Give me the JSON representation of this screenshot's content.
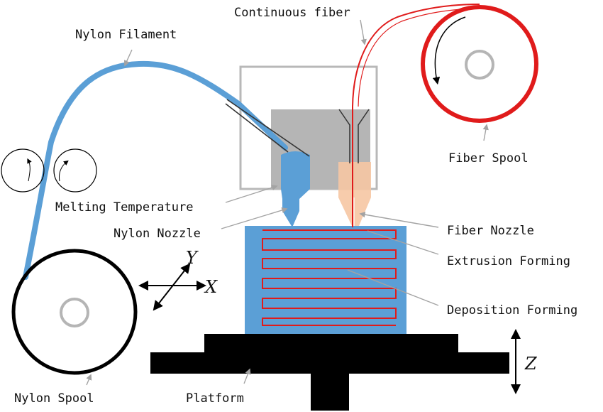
{
  "labels": {
    "continuous_fiber": "Continuous fiber",
    "nylon_filament": "Nylon Filament",
    "fiber_spool": "Fiber Spool",
    "melting_temperature": "Melting Temperature",
    "nylon_nozzle": "Nylon Nozzle",
    "fiber_nozzle": "Fiber Nozzle",
    "extrusion_forming": "Extrusion Forming",
    "deposition_forming": "Deposition Forming",
    "nylon_spool": "Nylon Spool",
    "platform": "Platform"
  },
  "axes": {
    "x": "X",
    "y": "Y",
    "z": "Z"
  },
  "colors": {
    "nylon": "#5b9fd6",
    "fiber": "#e01b1b",
    "heater_block": "#b5b5b5",
    "fiber_nozzle": "#f6c7a3",
    "platform": "#000000",
    "leader": "#a3a3a3"
  },
  "icons": [
    "rotation-arrow-icon",
    "roller-icon",
    "axis-arrows-icon"
  ]
}
